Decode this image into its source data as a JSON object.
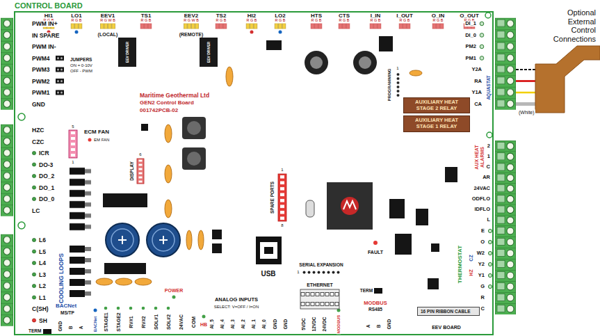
{
  "diagram": {
    "nodes": [
      {
        "text": [
          "CONTROL BOARD"
        ]
      },
      {
        "text": [
          "AUXILIARY HEAT STAGE 2 RELAY"
        ],
        "in": 0
      },
      {
        "text": [
          "AUXILIARY HEAT STAGE 1 RELAY"
        ],
        "in": 0
      },
      {
        "text": [
          "16 PIN RIBBON CABLE"
        ],
        "in": 0
      }
    ],
    "labels": [
      "HI1",
      "R G B",
      "LO1",
      "R G B",
      "EEV1",
      "R G W B",
      "(LOCAL)",
      "TS1",
      "R G B",
      "EEV2",
      "R G W B",
      "(REMOTE)",
      "TS2",
      "R G B",
      "HI2",
      "R G B",
      "LO2",
      "R G B",
      "HTS",
      "R G B",
      "CTS",
      "R G B",
      "I_IN",
      "R G B",
      "I_OUT",
      "R G B",
      "O_IN",
      "R G B",
      "O_OUT",
      "R G B",
      "PWM IN+",
      "IN SPARE",
      "PWM IN-",
      "PWM4",
      "PWM3",
      "PWM2",
      "PWM1",
      "GND",
      "JUMPERS",
      "ON = 0-10V",
      "OFF - PWM",
      "HZC",
      "CZC",
      "ICR",
      "DO-3",
      "DO_2",
      "DO_1",
      "DO_0",
      "LC",
      "L6",
      "L5",
      "L4",
      "L3",
      "L2",
      "L1",
      "C(SH)",
      "SH",
      "COOLING LOOPS",
      "TERM",
      "5",
      "ECM FAN",
      "EM FAN",
      "1",
      "DISPLAY",
      "6",
      "Maritime Geothermal Ltd",
      "GEN2 Control Board",
      "001742PCB-02",
      "EEV DRIVER",
      "EEV DRIVER",
      "SPARE PORTS",
      "1",
      "8",
      "PROGRAMMING",
      "1",
      "FAULT",
      "SERIAL EXPANSION",
      "1",
      "ETHERNET",
      "USB",
      "POWER",
      "HB",
      "BACNet",
      "MS/TP",
      "GND",
      "B",
      "A",
      "BACNet",
      "STAGE1",
      "STAGE2",
      "RV#1",
      "RV#2",
      "SOL#1",
      "SOL#2",
      "24VAC",
      "COM",
      "ANALOG INPUTS",
      "SELECT: V=OFF / I=ON",
      "AI_5",
      "AI_4",
      "AI_3",
      "AI_2",
      "AI_1",
      "AI_0",
      "GND",
      "GND",
      "5VDC",
      "12VDC",
      "24VDC",
      "MODBUS",
      "TERM",
      "MODBUS",
      "RS485",
      "A",
      "B",
      "GND",
      "EEV BOARD",
      "DI_1",
      "DI_0",
      "PM2",
      "PM1",
      "Y2A",
      "RA",
      "Y1A",
      "CA",
      "AQUASTAT",
      "(White)",
      "2",
      "1",
      "C",
      "AR",
      "24VAC",
      "ODFLO",
      "IDFLO",
      "L",
      "AUX HEAT ALARMS",
      "E",
      "O",
      "W2",
      "Y2",
      "Y1",
      "G",
      "R",
      "C",
      "THERMOSTAT",
      "HZ",
      "CZ",
      "Optional External Control Connections"
    ]
  }
}
